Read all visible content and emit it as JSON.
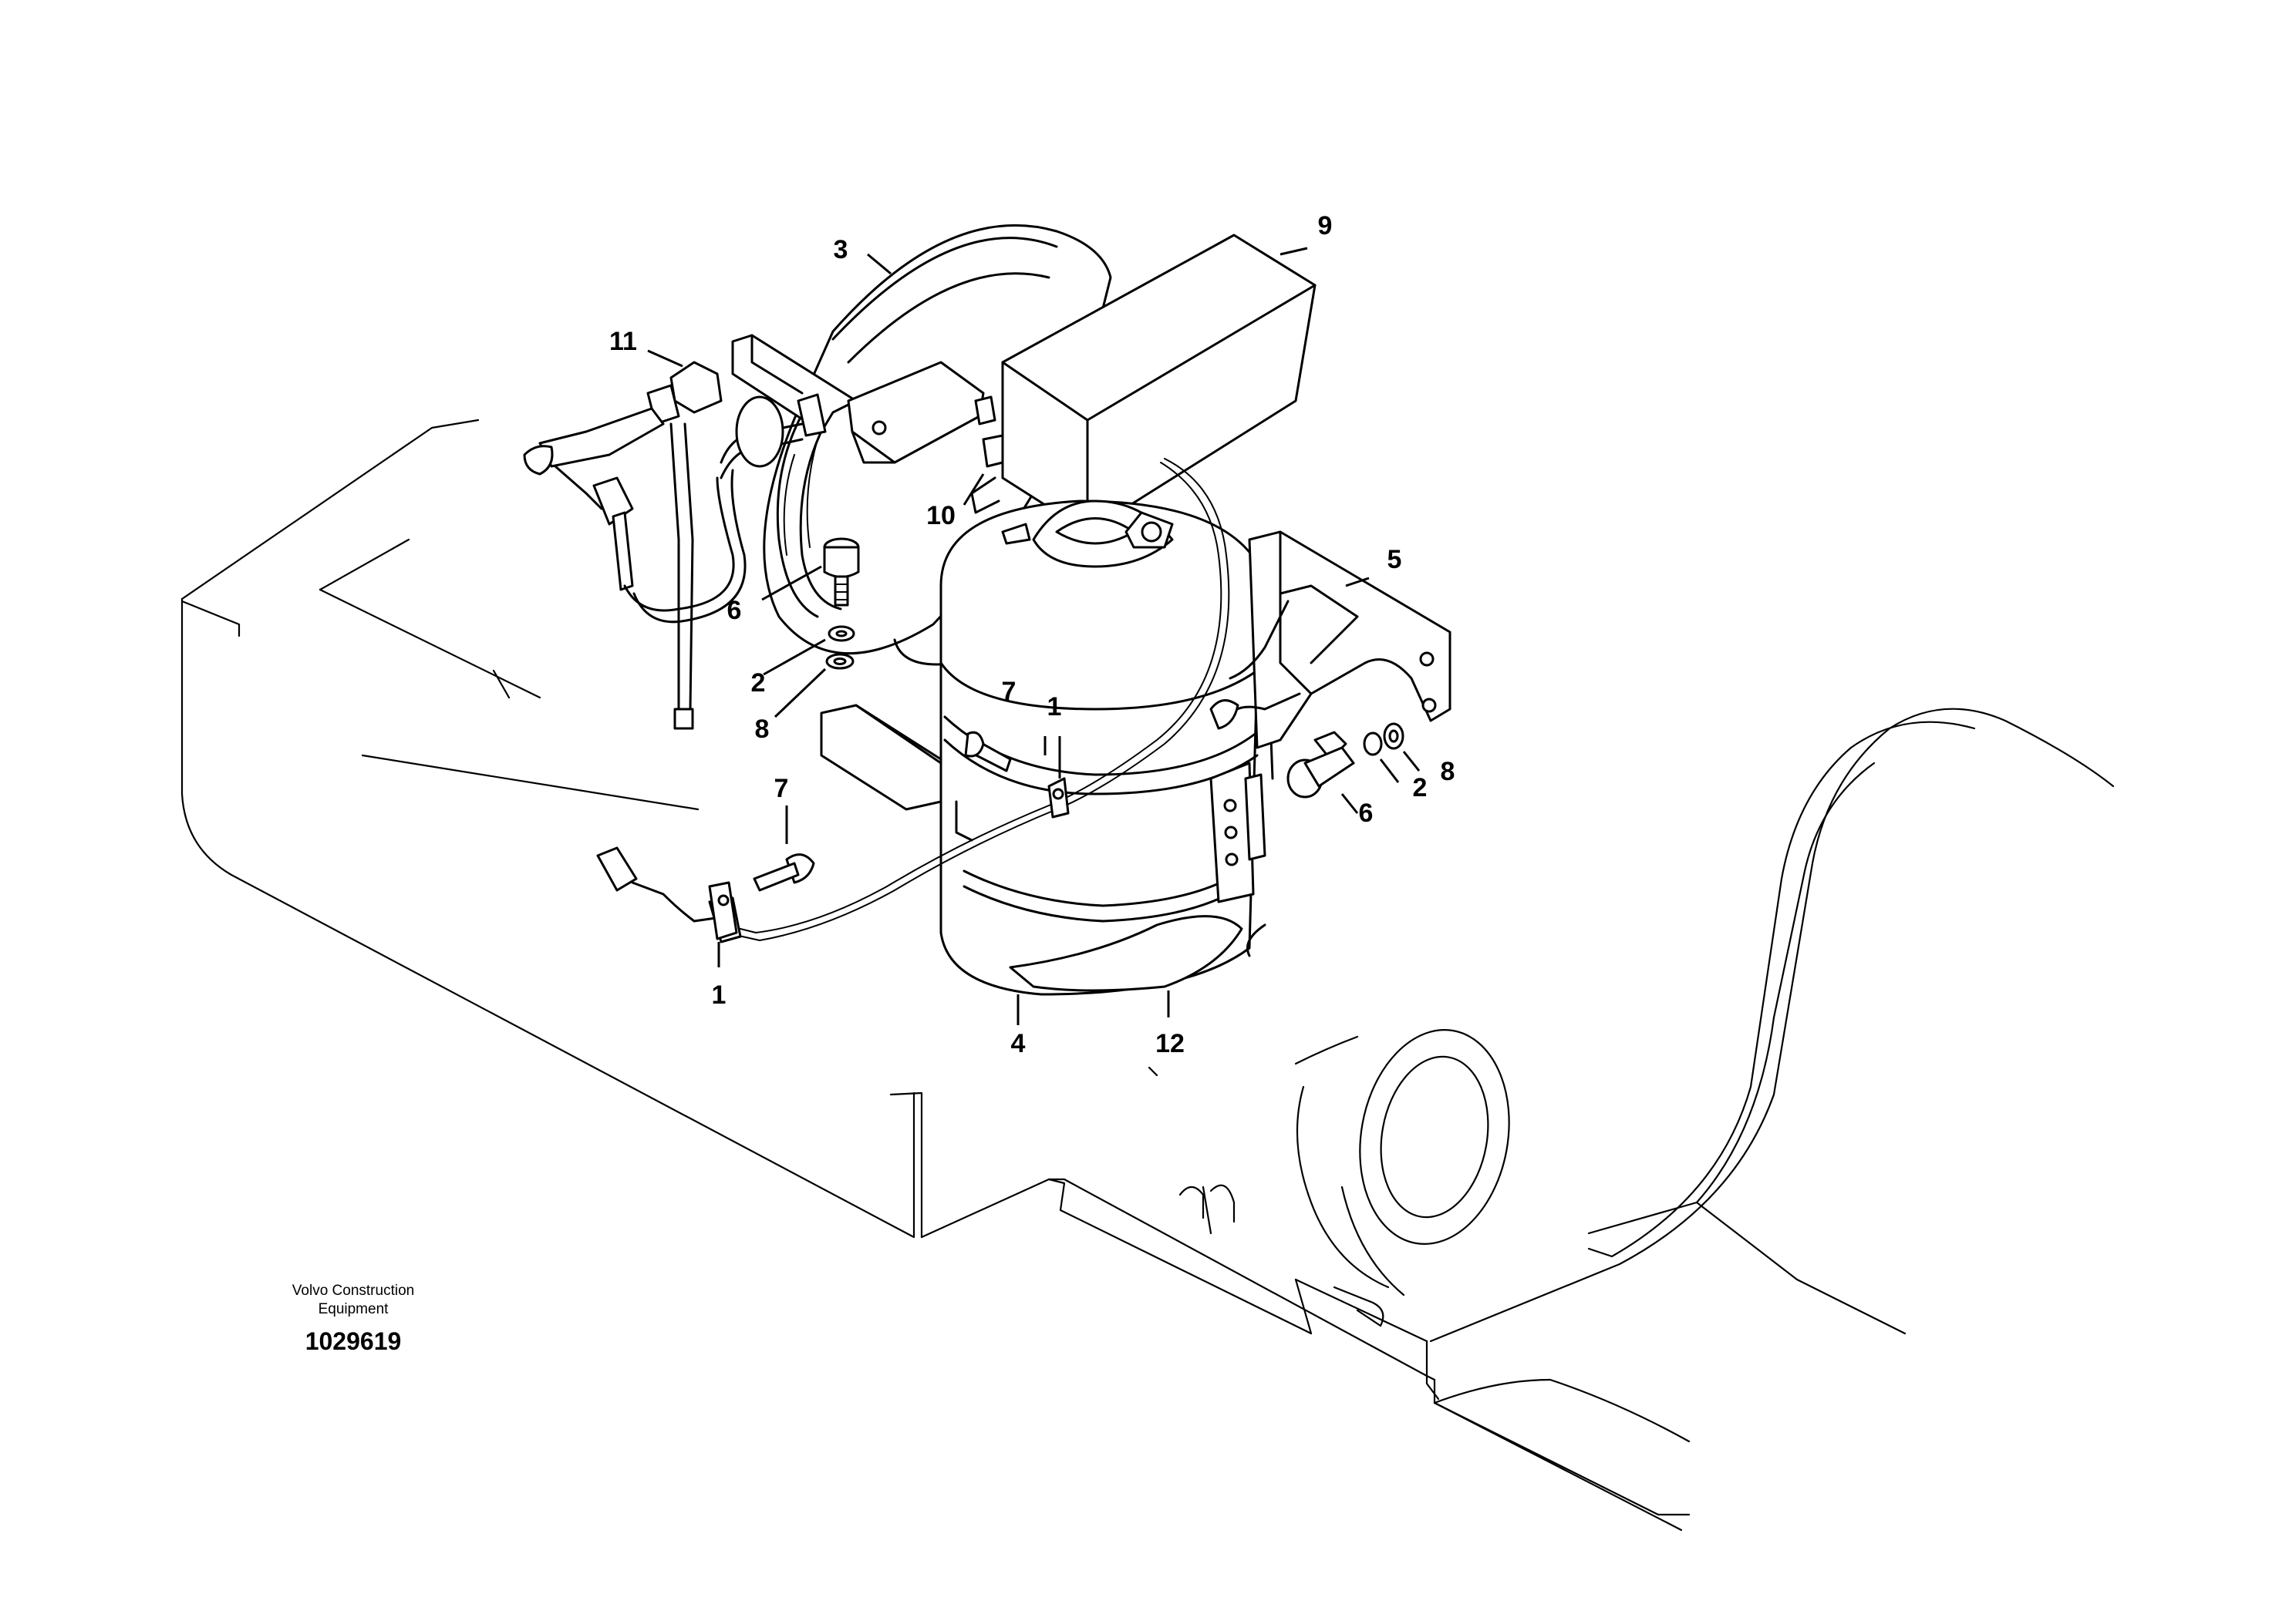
{
  "callouts": [
    {
      "label": "9"
    },
    {
      "label": "3"
    },
    {
      "label": "11"
    },
    {
      "label": "10"
    },
    {
      "label": "5"
    },
    {
      "label": "6"
    },
    {
      "label": "2"
    },
    {
      "label": "8"
    },
    {
      "label": "7"
    },
    {
      "label": "1"
    },
    {
      "label": "7"
    },
    {
      "label": "1"
    },
    {
      "label": "8"
    },
    {
      "label": "2"
    },
    {
      "label": "6"
    },
    {
      "label": "4"
    },
    {
      "label": "12"
    }
  ],
  "footer": {
    "brand_line1": "Volvo Construction",
    "brand_line2": "Equipment",
    "drawing_number": "1029619"
  }
}
